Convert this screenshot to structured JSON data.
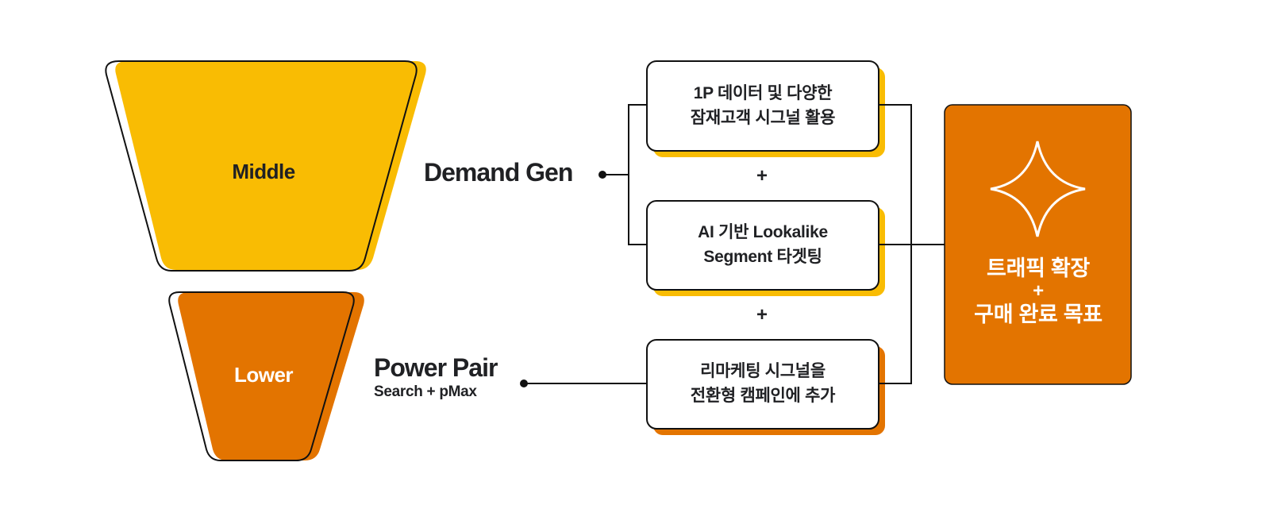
{
  "colors": {
    "middle": "#F9BC03",
    "lower": "#E37400",
    "outline": "#111111",
    "text": "#202124",
    "goal_bg": "#E37400",
    "goal_text": "#FFFFFF"
  },
  "funnel": {
    "middle": {
      "label": "Middle"
    },
    "lower": {
      "label": "Lower"
    }
  },
  "stages": {
    "demand_gen": {
      "title": "Demand Gen"
    },
    "power_pair": {
      "title": "Power Pair",
      "subtitle": "Search + pMax"
    }
  },
  "tactics": [
    {
      "line1": "1P 데이터 및 다양한",
      "line2": "잠재고객 시그널 활용",
      "accent": "middle"
    },
    {
      "line1": "AI 기반 Lookalike",
      "line2": "Segment 타겟팅",
      "accent": "middle"
    },
    {
      "line1": "리마케팅 시그널을",
      "line2": "전환형 캠페인에 추가",
      "accent": "lower"
    }
  ],
  "connectors": {
    "plus_1": "+",
    "plus_2": "+"
  },
  "goal": {
    "icon": "sparkle-icon",
    "line1": "트래픽 확장",
    "plus": "+",
    "line2": "구매 완료 목표"
  }
}
